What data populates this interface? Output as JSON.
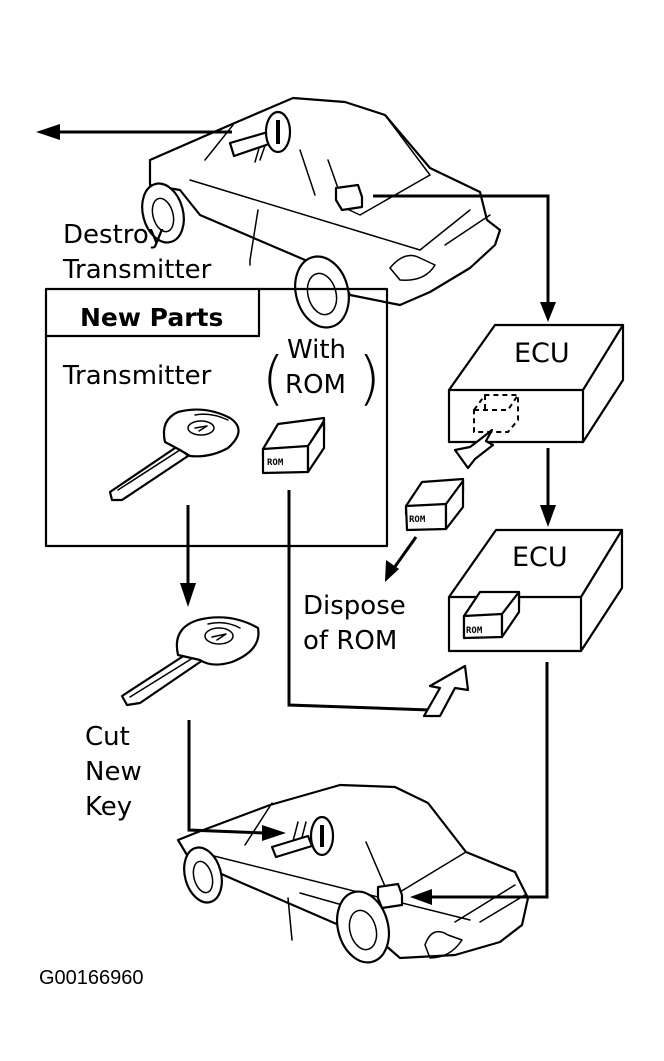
{
  "labels": {
    "destroy_line1": "Destroy",
    "destroy_line2": "Transmitter",
    "new_parts": "New Parts",
    "transmitter": "Transmitter",
    "with": "With",
    "rom": "ROM",
    "paren_open": "(",
    "paren_close": ")",
    "ecu_top": "ECU",
    "ecu_bottom": "ECU",
    "dispose_line1": "Dispose",
    "dispose_line2": "of ROM",
    "cut_line1": "Cut",
    "cut_line2": "New",
    "cut_line3": "Key",
    "rom_chip_label": "ROM",
    "figure_code": "G00166960"
  },
  "colors": {
    "ink": "#000000",
    "background": "#ffffff"
  }
}
